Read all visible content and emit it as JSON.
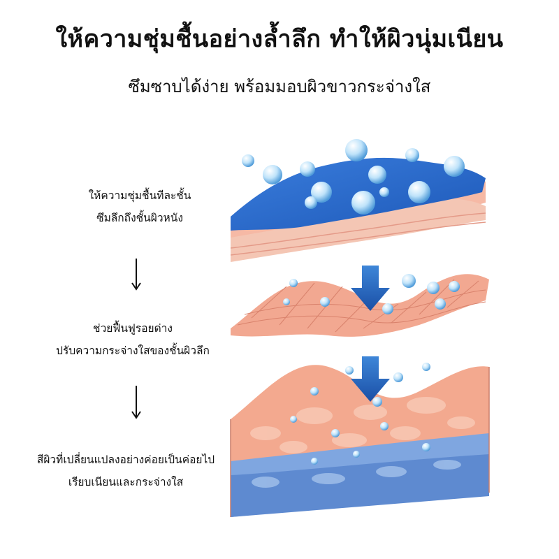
{
  "header": {
    "title": "ให้ความชุ่มชื้นอย่างล้ำลึก ทำให้ผิวนุ่มเนียน",
    "subtitle": "ซึมซาบได้ง่าย พร้อมมอบผิวขาวกระจ่างใส"
  },
  "steps": [
    {
      "line1": "ให้ความชุ่มชื้นทีละชั้น",
      "line2": "ซึมลึกถึงชั้นผิวหนัง"
    },
    {
      "line1": "ช่วยฟื้นฟูรอยด่าง",
      "line2": "ปรับความกระจ่างใสของชั้นผิวลึก"
    },
    {
      "line1": "สีผิวที่เปลี่ยนแปลงอย่างค่อยเป็นค่อยไป",
      "line2": "เรียบเนียนและกระจ่างใส"
    }
  ],
  "colors": {
    "serum_blue": "#2f6fd0",
    "bubble_blue": "#8ec8f0",
    "skin_pink": "#f2a48c",
    "skin_light": "#f8cbb8",
    "deep_blue": "#6f9ad8",
    "arrow_blue": "#1f5fb8"
  },
  "icons": [
    "down-arrow-icon",
    "flow-arrow-icon",
    "water-bubble-icon"
  ]
}
